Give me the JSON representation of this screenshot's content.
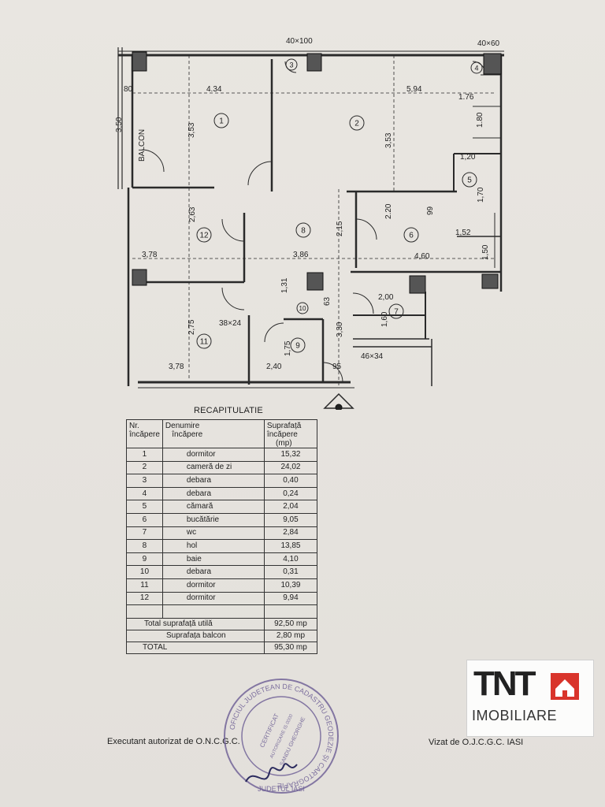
{
  "plan": {
    "dimensions": {
      "top_col_40x100": "40×100",
      "top_col_40x60": "40×60",
      "d_80": "80",
      "d_434": "4.34",
      "d_594": "5,94",
      "d_176": "1.76",
      "d_350": "3,50",
      "d_353a": "3,53",
      "d_353b": "3,53",
      "d_180": "1.80",
      "d_120": "1,20",
      "d_170": "1,70",
      "d_263": "2,63",
      "d_215": "2,15",
      "d_220": "2.20",
      "d_99": "99",
      "d_152": "1,52",
      "d_150": "1,50",
      "d_378a": "3,78",
      "d_386": "3,86",
      "d_460": "4,60",
      "d_131": "1,31",
      "d_63": "63",
      "d_200": "2,00",
      "d_3824": "38×24",
      "d_275": "2,75",
      "d_330": "3,30",
      "d_160": "1,60",
      "d_175": "1,75",
      "d_46x34": "46×34",
      "d_378b": "3,78",
      "d_240": "2,40",
      "d_95": "95",
      "balcon": "BALCON"
    },
    "room_numbers": [
      "1",
      "2",
      "3",
      "4",
      "5",
      "6",
      "7",
      "8",
      "9",
      "10",
      "11",
      "12"
    ]
  },
  "recap": {
    "title": "RECAPITULATIE",
    "headers": {
      "nr_line1": "Nr.",
      "nr_line2": "încăpere",
      "den_line1": "Denumire",
      "den_line2": "încăpere",
      "supr_line1": "Suprafață încăpere",
      "supr_line2": "(mp)"
    },
    "rows": [
      {
        "nr": "1",
        "name": "dormitor",
        "area": "15,32"
      },
      {
        "nr": "2",
        "name": "cameră de zi",
        "area": "24,02"
      },
      {
        "nr": "3",
        "name": "debara",
        "area": "0,40"
      },
      {
        "nr": "4",
        "name": "debara",
        "area": "0,24"
      },
      {
        "nr": "5",
        "name": "cămară",
        "area": "2,04"
      },
      {
        "nr": "6",
        "name": "bucătărie",
        "area": "9,05"
      },
      {
        "nr": "7",
        "name": "wc",
        "area": "2,84"
      },
      {
        "nr": "8",
        "name": "hol",
        "area": "13,85"
      },
      {
        "nr": "9",
        "name": "baie",
        "area": "4,10"
      },
      {
        "nr": "10",
        "name": "debara",
        "area": "0,31"
      },
      {
        "nr": "11",
        "name": "dormitor",
        "area": "10,39"
      },
      {
        "nr": "12",
        "name": "dormitor",
        "area": "9,94"
      }
    ],
    "total_util_label": "Total   suprafață utilă",
    "total_util_value": "92,50 mp",
    "balcon_label": "Suprafața balcon",
    "balcon_value": "2,80 mp",
    "total_label": "TOTAL",
    "total_value": "95,30 mp"
  },
  "footer": {
    "left": "Executant autorizat de O.N.C.G.C.",
    "right": "Vizat de O.J.C.G.C. IASI"
  },
  "stamp": {
    "ring_text": "OFICIUL JUDETEAN DE CADASTRU GEODEZIE ȘI CARTOGRAFIE",
    "bottom_text": "JUDETUL IASI",
    "inner_title": "CERTIFICAT",
    "auth": "AUTORIZARE IS 0000",
    "name": "SANDU GHEORGHE"
  },
  "logo": {
    "brand": "TNT",
    "sub": "IMOBILIARE",
    "accent": "#d9342b"
  }
}
